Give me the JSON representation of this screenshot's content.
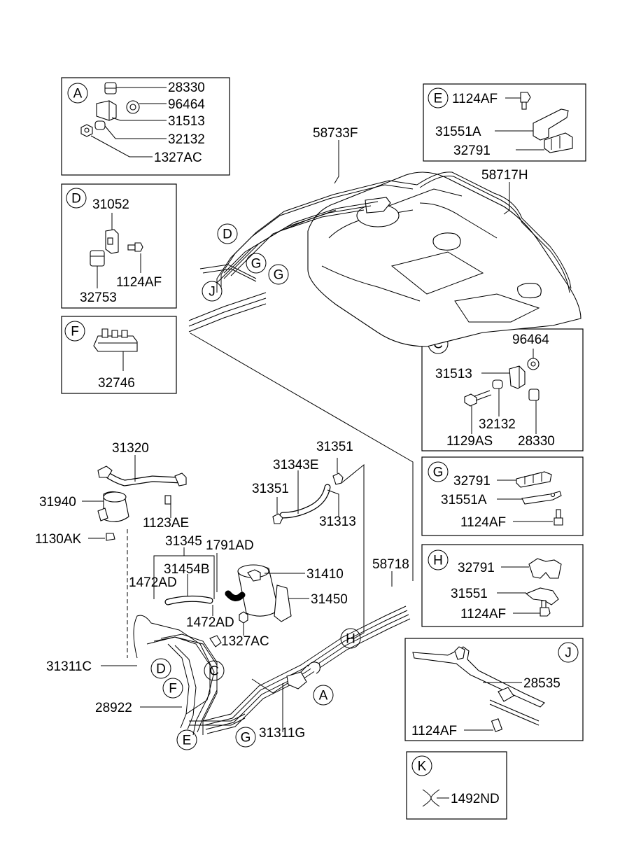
{
  "boxes": {
    "A": {
      "letter": "A",
      "parts": [
        "28330",
        "96464",
        "31513",
        "32132",
        "1327AC"
      ]
    },
    "D": {
      "letter": "D",
      "parts": [
        "31052",
        "1124AF",
        "32753"
      ]
    },
    "F": {
      "letter": "F",
      "parts": [
        "32746"
      ]
    },
    "E": {
      "letter": "E",
      "parts": [
        "1124AF",
        "31551A",
        "32791"
      ]
    },
    "C": {
      "letter": "C",
      "parts": [
        "96464",
        "31513",
        "32132",
        "1129AS",
        "28330"
      ]
    },
    "G": {
      "letter": "G",
      "parts": [
        "32791",
        "31551A",
        "1124AF"
      ]
    },
    "H": {
      "letter": "H",
      "parts": [
        "32791",
        "31551",
        "1124AF"
      ]
    },
    "J": {
      "letter": "J",
      "parts": [
        "28535",
        "1124AF"
      ]
    },
    "K": {
      "letter": "K",
      "parts": [
        "1492ND"
      ]
    }
  },
  "tank": {
    "parts": [
      "58733F",
      "58717H"
    ],
    "callouts": [
      "D",
      "G",
      "G",
      "J"
    ]
  },
  "main": {
    "parts": [
      "31320",
      "31940",
      "1123AE",
      "1130AK",
      "31345",
      "31454B",
      "1472AD",
      "1791AD",
      "1472AD",
      "31410",
      "31450",
      "1327AC",
      "31351",
      "31343E",
      "31351",
      "31313",
      "58718",
      "31311C",
      "28922",
      "31311G"
    ],
    "callouts": [
      "D",
      "F",
      "C",
      "E",
      "G",
      "H",
      "A"
    ]
  }
}
